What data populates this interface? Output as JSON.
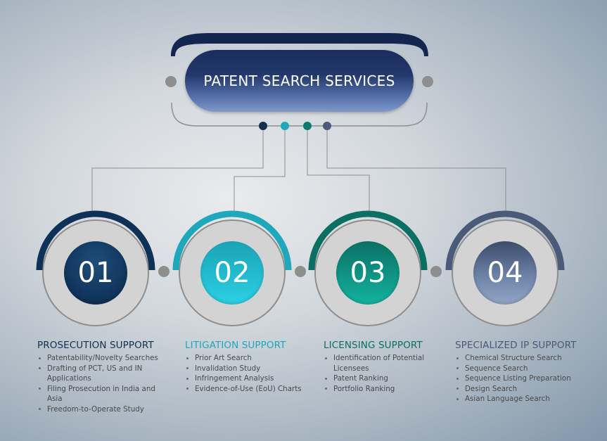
{
  "title": "PATENT SEARCH SERVICES",
  "colors": {
    "navy": "#0e3157",
    "teal": "#1fb1c4",
    "green": "#0b7a6d",
    "slate": "#4a5a78",
    "title_dark": "#1a2e5c"
  },
  "steps": [
    {
      "number": "01",
      "heading": "PROSECUTION SUPPORT",
      "items": [
        [
          "Patentability/Novelty Searches"
        ],
        [
          "Drafting of PCT, US and IN",
          "Applications"
        ],
        [
          "Filing Prosecution in India and",
          "Asia"
        ],
        [
          "Freedom-to-Operate Study"
        ]
      ]
    },
    {
      "number": "02",
      "heading": "LITIGATION SUPPORT",
      "items": [
        [
          "Prior Art Search"
        ],
        [
          "Invalidation Study"
        ],
        [
          "Infringement Analysis"
        ],
        [
          "Evidence-of-Use (EoU) Charts"
        ]
      ]
    },
    {
      "number": "03",
      "heading": "LICENSING SUPPORT",
      "items": [
        [
          "Identification of Potential",
          "Licensees"
        ],
        [
          "Patent Ranking"
        ],
        [
          "Portfolio Ranking"
        ]
      ]
    },
    {
      "number": "04",
      "heading": "SPECIALIZED IP SUPPORT",
      "items": [
        [
          "Chemical Structure Search"
        ],
        [
          "Sequence Search"
        ],
        [
          "Sequence Listing Preparation"
        ],
        [
          "Design Search"
        ],
        [
          "Asian Language Search"
        ]
      ]
    }
  ]
}
